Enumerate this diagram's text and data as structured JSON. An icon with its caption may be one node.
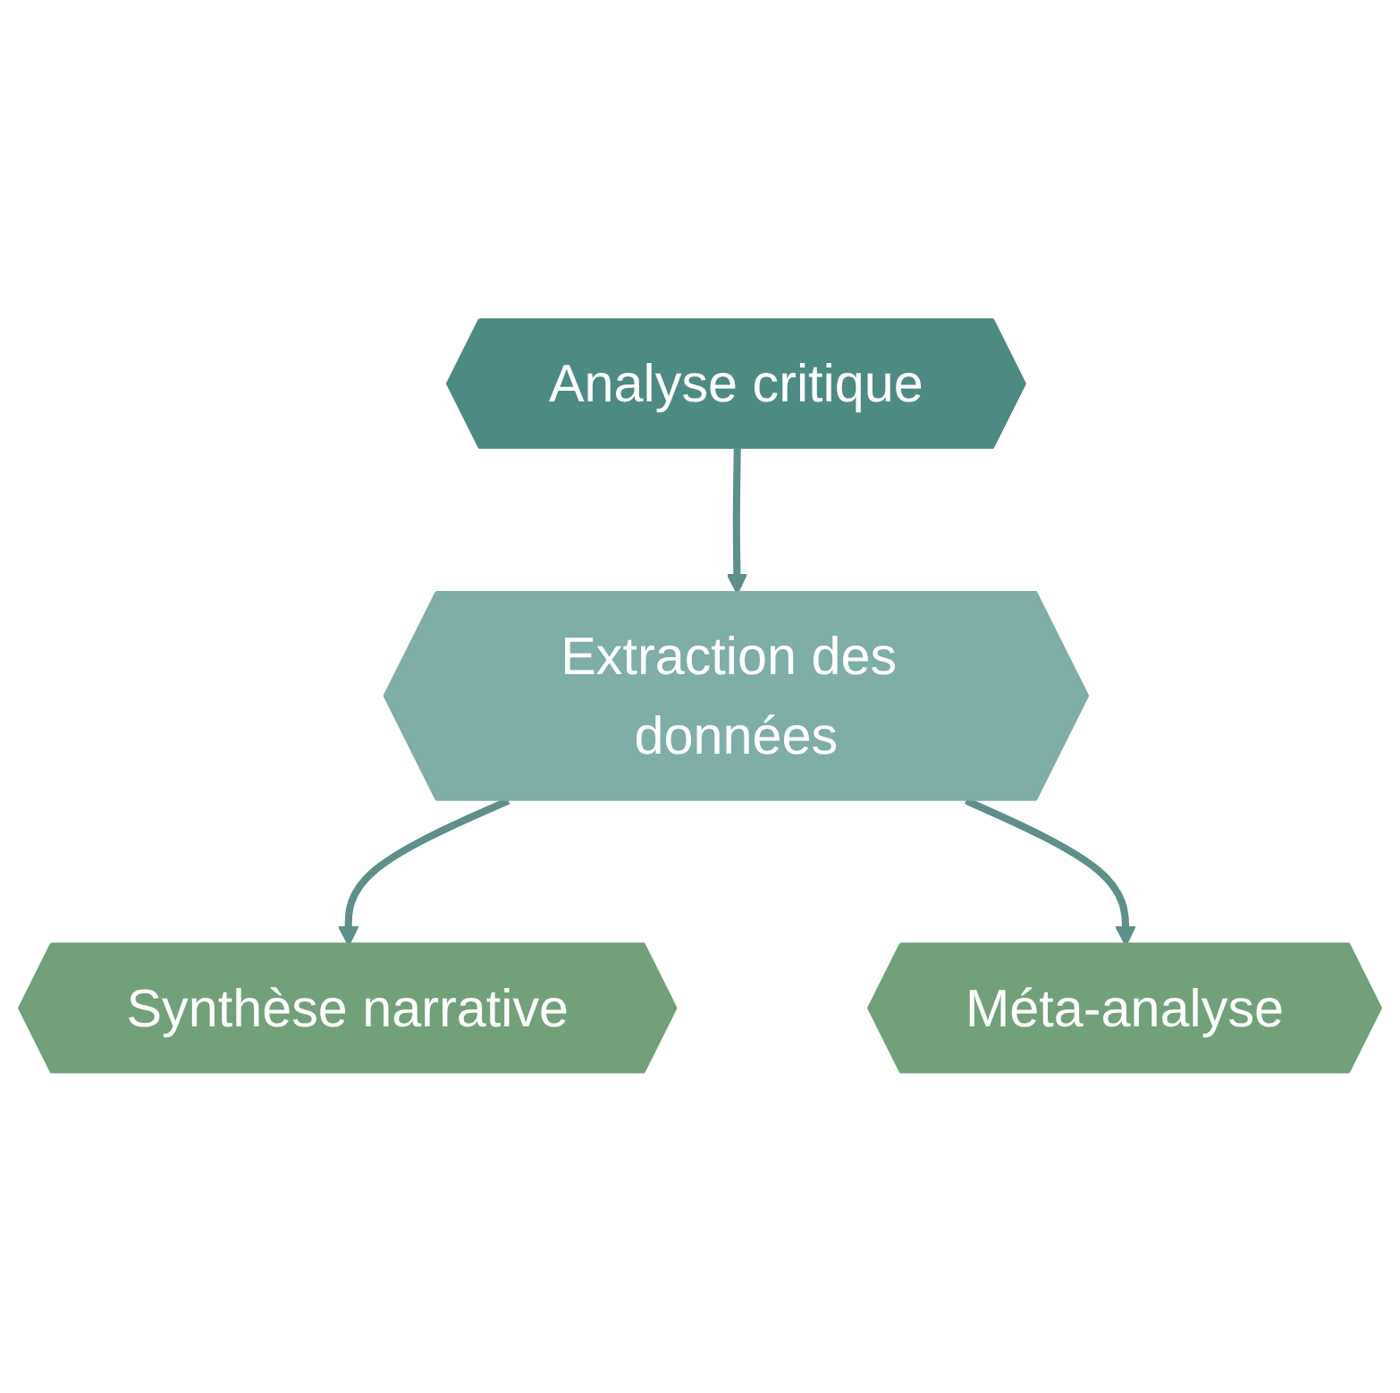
{
  "diagram": {
    "nodes": [
      {
        "text": [
          "Analyse critique"
        ]
      },
      {
        "text": [
          "Extraction des données"
        ]
      },
      {
        "text": [
          "Synthèse narrative"
        ]
      },
      {
        "text": [
          "Méta-analyse"
        ]
      }
    ],
    "edges": [
      {
        "from": 0,
        "to": 1,
        "arrow": "to"
      },
      {
        "from": 1,
        "to": 2,
        "arrow": "to"
      },
      {
        "from": 1,
        "to": 3,
        "arrow": "to"
      }
    ]
  }
}
